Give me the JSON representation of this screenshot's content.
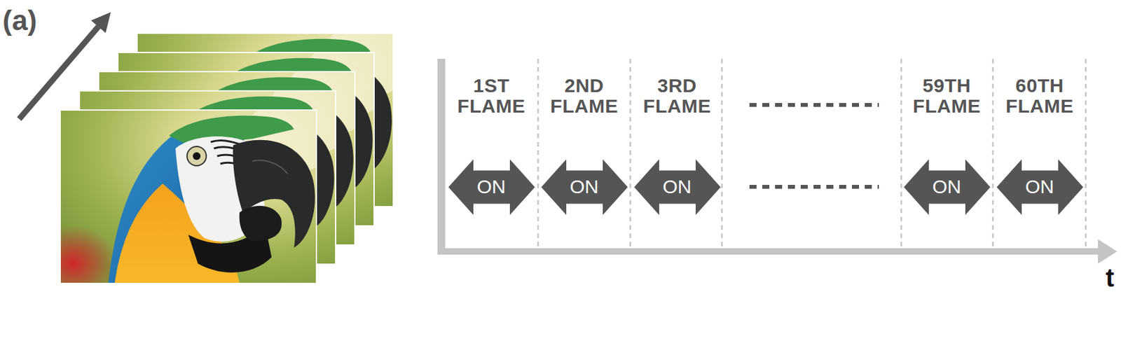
{
  "diagram": {
    "nodes": [
      {
        "text": [
          "ON"
        ]
      },
      {
        "text": [
          "ON"
        ]
      },
      {
        "text": [
          "ON"
        ]
      },
      {
        "text": [
          "ON"
        ]
      },
      {
        "text": [
          "ON"
        ]
      }
    ],
    "edges": [],
    "labels": [
      "(a)",
      "1ST FLAME",
      "2ND FLAME",
      "3RD FLAME",
      "59TH FLAME",
      "60TH FLAME",
      "t"
    ]
  }
}
